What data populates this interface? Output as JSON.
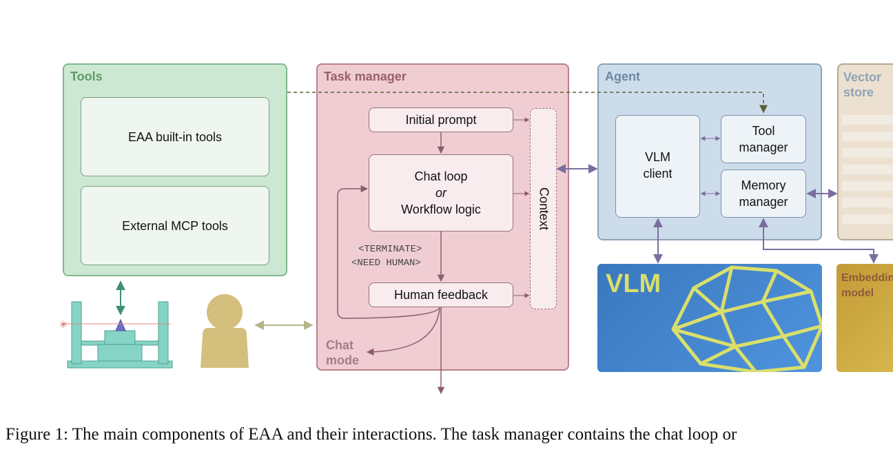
{
  "tools": {
    "title": "Tools",
    "builtin": "EAA built-in tools",
    "external": "External MCP tools"
  },
  "task_manager": {
    "title": "Task manager",
    "initial_prompt": "Initial prompt",
    "chat_loop_line1": "Chat loop",
    "chat_loop_line2": "or",
    "chat_loop_line3": "Workflow logic",
    "terminate": "<TERMINATE>",
    "need_human": "<NEED HUMAN>",
    "human_feedback": "Human feedback",
    "context": "Context",
    "chat_mode_line1": "Chat",
    "chat_mode_line2": "mode"
  },
  "agent": {
    "title": "Agent",
    "vlm_client_line1": "VLM",
    "vlm_client_line2": "client",
    "tool_manager_line1": "Tool",
    "tool_manager_line2": "manager",
    "memory_manager_line1": "Memory",
    "memory_manager_line2": "manager"
  },
  "vlm": {
    "label": "VLM"
  },
  "vector_store": {
    "title_line1": "Vector",
    "title_line2": "store"
  },
  "embedding_model": {
    "line1": "Embeddin",
    "line2": "model"
  },
  "caption": {
    "line1": "Figure 1: The main components of EAA and their interactions. The task manager contains the chat loop or"
  },
  "colors": {
    "tools_bg": "#cde8d2",
    "tools_border": "#7fb88a",
    "tools_title": "#5f9a69",
    "task_bg": "#efcdd3",
    "task_border": "#b9828c",
    "task_title": "#9a5f6b",
    "agent_bg": "#cddceb",
    "agent_border": "#8aa1b8",
    "agent_title": "#6d88a3",
    "vector_bg": "#ece0d1",
    "vlm_blue": "#3f7fc4",
    "vlm_yellow": "#d9df6b",
    "embed_gold": "#c9a53f",
    "arrow_purple": "#7a6e9e",
    "arrow_green": "#3f8f73",
    "arrow_olive": "#b5b58a",
    "arrow_maroon": "#8c5c68",
    "person": "#d4bf7d",
    "instrument": "#86d4c6"
  },
  "icons": [
    "instrument-icon",
    "person-icon",
    "vlm-network-icon"
  ]
}
